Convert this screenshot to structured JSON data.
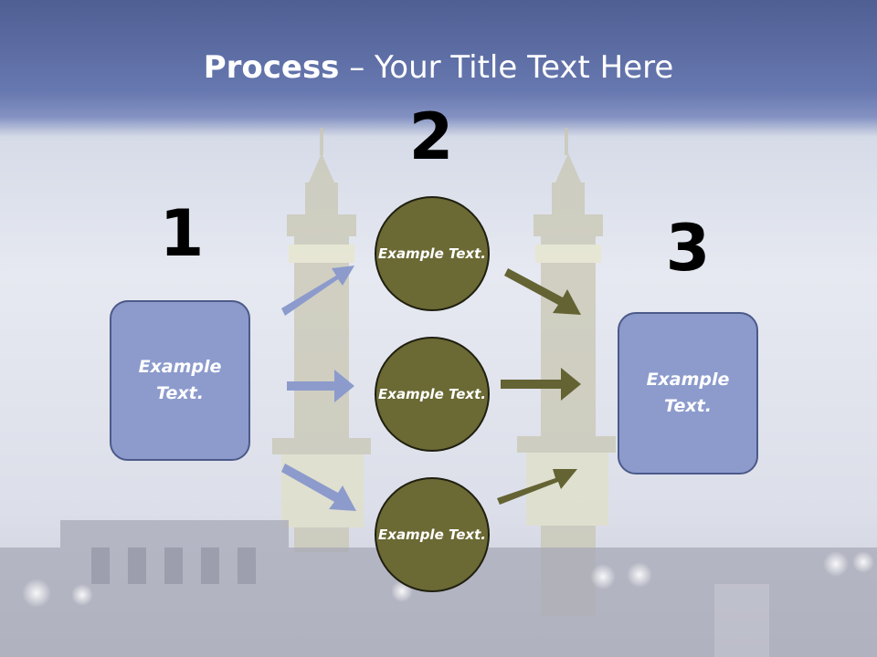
{
  "title": {
    "bold": "Process",
    "rest": " – Your Title Text Here"
  },
  "steps": {
    "one": "1",
    "two": "2",
    "three": "3"
  },
  "left_box": {
    "label": "Example Text."
  },
  "right_box": {
    "label": "Example Text."
  },
  "circles": [
    {
      "label": "Example Text."
    },
    {
      "label": "Example Text."
    },
    {
      "label": "Example Text."
    }
  ],
  "colors": {
    "header": "#5d6ea8",
    "box_fill": "#8c9bcc",
    "box_border": "#4c5a8a",
    "circle_fill": "#6b6934",
    "arrow_blue": "#8c9bcc",
    "arrow_olive": "#646333"
  }
}
